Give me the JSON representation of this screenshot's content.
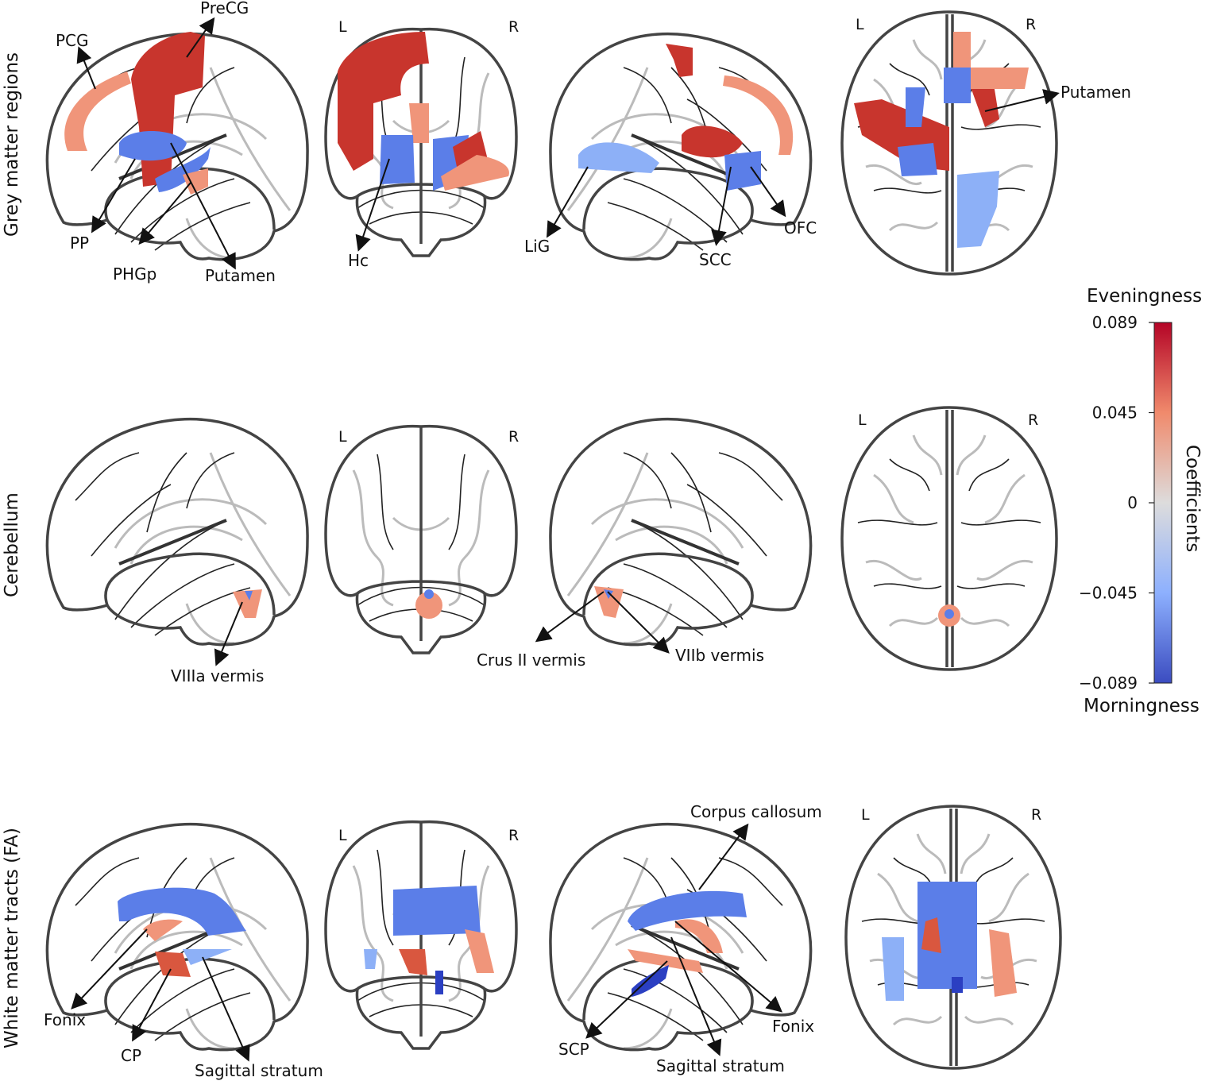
{
  "rows": [
    {
      "title": "Grey matter regions"
    },
    {
      "title": "Cerebellum"
    },
    {
      "title": "White matter tracts (FA)"
    }
  ],
  "orientation": {
    "left": "L",
    "right": "R"
  },
  "annotations": {
    "grey": {
      "precg": "PreCG",
      "pcg": "PCG",
      "pp": "PP",
      "phgp": "PHGp",
      "putamen_sag": "Putamen",
      "hc": "Hc",
      "lig": "LiG",
      "scc": "SCC",
      "ofc": "OFC",
      "putamen_ax": "Putamen"
    },
    "cerebellum": {
      "viiia": "VIIIa vermis",
      "crus2": "Crus II vermis",
      "viib": "VIIb vermis"
    },
    "white": {
      "cc": "Corpus callosum",
      "fonix_l": "Fonix",
      "cp": "CP",
      "ss_l": "Sagittal stratum",
      "scp": "SCP",
      "fonix_r": "Fonix",
      "ss_r": "Sagittal stratum"
    }
  },
  "colorbar": {
    "title": "Coefficients",
    "top_label": "Eveningness",
    "bottom_label": "Morningness",
    "ticks": [
      "0.089",
      "0.045",
      "0",
      "−0.045",
      "−0.089"
    ],
    "range": [
      -0.089,
      0.089
    ],
    "colors": {
      "max": "#b40426",
      "mid": "#dddddd",
      "min": "#3b4cc0"
    }
  },
  "palette": {
    "dark_red": "#c8352d",
    "salmon": "#f0957a",
    "blue": "#5b7ee8",
    "light_blue": "#8db0f7",
    "dark_blue": "#2b3fc2"
  }
}
